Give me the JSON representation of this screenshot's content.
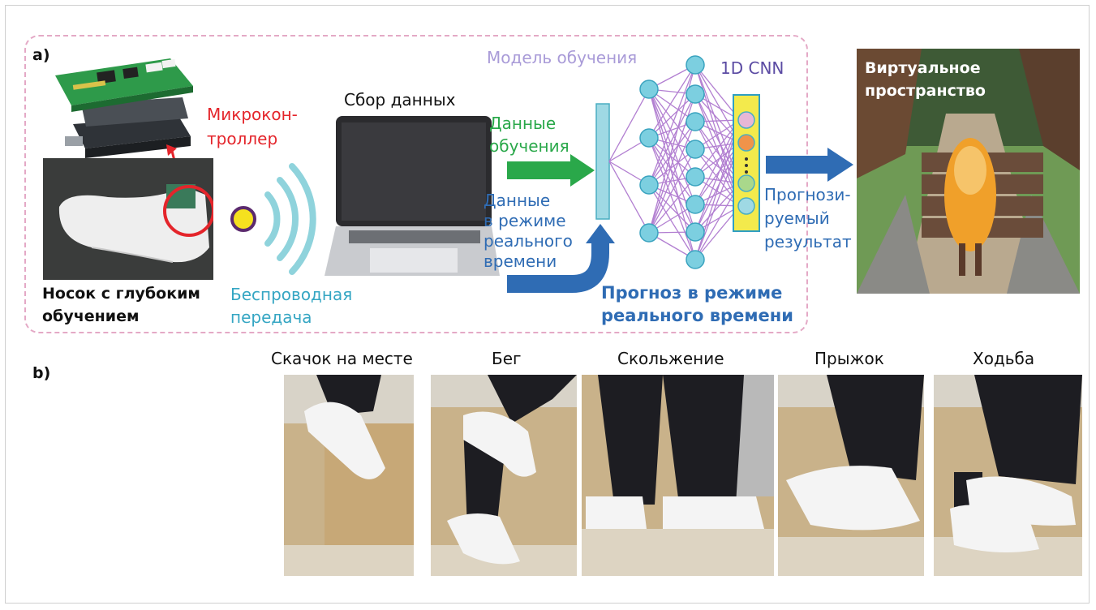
{
  "panel_a": {
    "label": "a)",
    "microcontroller_label": [
      "Микрокон-",
      "троллер"
    ],
    "sock_label": [
      "Носок с глубоким",
      "обучением"
    ],
    "wireless_label": [
      "Беспроводная",
      "передача"
    ],
    "data_collection_label": "Сбор данных",
    "training_data_label": [
      "Данные",
      "обучения"
    ],
    "realtime_data_label": [
      "Данные",
      "в режиме",
      "реального",
      "времени"
    ],
    "learning_model_label": "Модель обучения",
    "cnn_label": "1D CNN",
    "predicted_result_label": [
      "Прогнози-",
      "руемый",
      "результат"
    ],
    "realtime_prediction_label": [
      "Прогноз в режиме",
      "реального времени"
    ],
    "virtual_space_label": [
      "Виртуальное",
      "пространство"
    ]
  },
  "panel_b": {
    "label": "b)",
    "motions": [
      "Скачок на месте",
      "Бег",
      "Скольжение",
      "Прыжок",
      "Ходьба"
    ]
  },
  "colors": {
    "red": "#e4252b",
    "green": "#2aa84a",
    "blue": "#2f6cb4",
    "cyan": "#35a6c3",
    "lavender": "#a99bd8",
    "purple": "#5b4ba3",
    "pink_dash": "#e4a9c6"
  }
}
